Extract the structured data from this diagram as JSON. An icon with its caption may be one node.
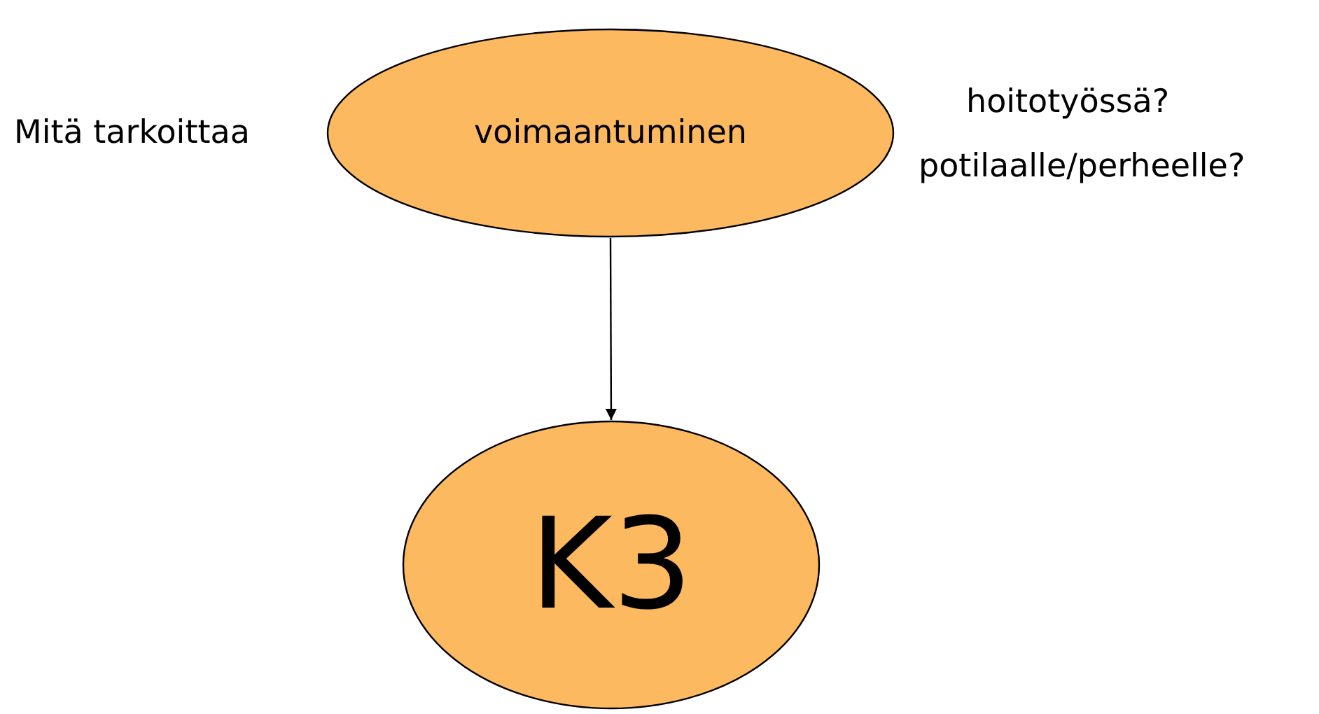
{
  "diagram": {
    "nodes": [
      {
        "text": [
          "voimaantuminen"
        ]
      },
      {
        "text": [
          "K3"
        ]
      }
    ],
    "edges": [
      {
        "from": 0,
        "to": 1,
        "arrow": "to"
      }
    ],
    "labels": [
      "Mitä tarkoittaa",
      "hoitotyössä?",
      "potilaalle/perheelle?"
    ]
  }
}
